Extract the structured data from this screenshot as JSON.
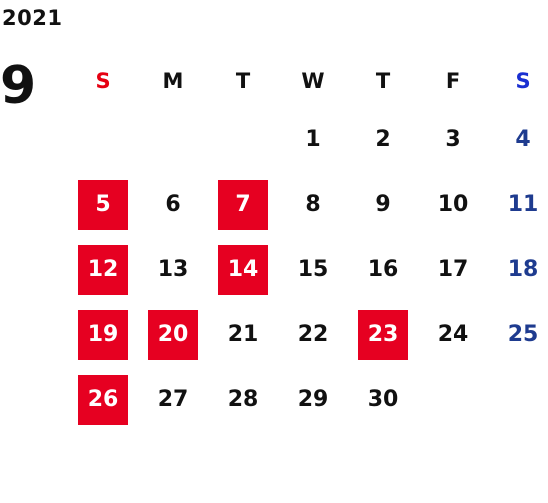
{
  "calendar": {
    "year": "2021",
    "month": "9",
    "weekday_headers": [
      "S",
      "M",
      "T",
      "W",
      "T",
      "F",
      "S"
    ],
    "colors": {
      "highlight": "#e60021",
      "sunday_header": "#e60012",
      "saturday_header": "#1a2fd1",
      "saturday_day": "#1e3b8f"
    },
    "weeks": [
      [
        "",
        "",
        "",
        "1",
        "2",
        "3",
        "4"
      ],
      [
        "5",
        "6",
        "7",
        "8",
        "9",
        "10",
        "11"
      ],
      [
        "12",
        "13",
        "14",
        "15",
        "16",
        "17",
        "18"
      ],
      [
        "19",
        "20",
        "21",
        "22",
        "23",
        "24",
        "25"
      ],
      [
        "26",
        "27",
        "28",
        "29",
        "30",
        "",
        ""
      ]
    ],
    "highlighted_days": [
      "5",
      "7",
      "12",
      "14",
      "19",
      "20",
      "23",
      "26"
    ]
  }
}
